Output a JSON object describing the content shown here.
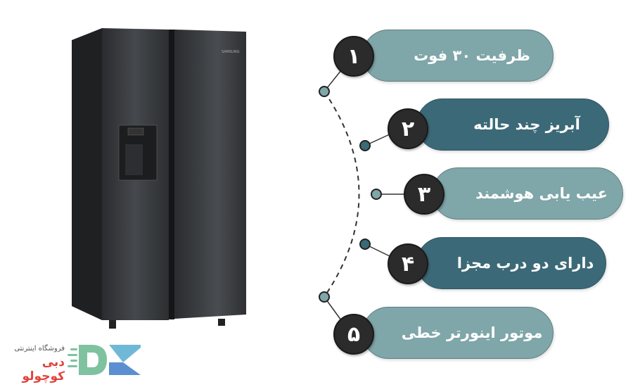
{
  "product": {
    "name": "side-by-side refrigerator",
    "brand_label": "SAMSUNG",
    "color": "#2e3033"
  },
  "features": [
    {
      "number": "۱",
      "label": "ظرفیت ۳۰ فوت",
      "style": "light"
    },
    {
      "number": "۲",
      "label": "آبریز چند حالته",
      "style": "dark"
    },
    {
      "number": "۳",
      "label": "عیب یابی هوشمند",
      "style": "light"
    },
    {
      "number": "۴",
      "label": "دارای دو درب مجزا",
      "style": "dark"
    },
    {
      "number": "۵",
      "label": "موتور اینورتر خطی",
      "style": "light"
    }
  ],
  "colors": {
    "pill_light": "#7fa6a9",
    "pill_dark": "#3c6978",
    "badge": "#2b2b2b",
    "logo_red": "#e0433c",
    "logo_green": "#7ec2a0",
    "logo_blue": "#5b8fd1"
  },
  "logo": {
    "subtitle": "فروشگاه اینترنتی",
    "title": "دبی کوچولو",
    "mark": "DK"
  }
}
